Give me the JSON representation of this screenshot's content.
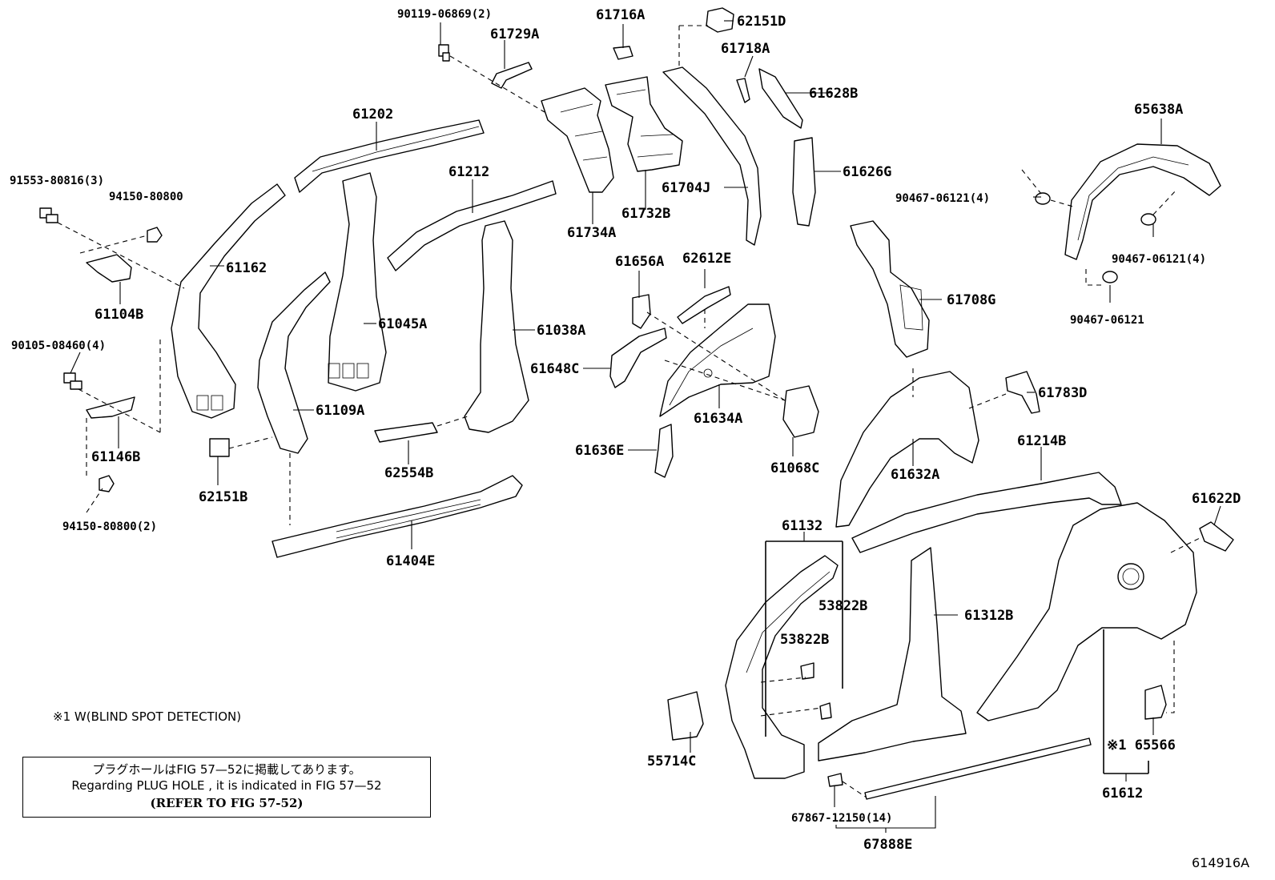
{
  "labels": [
    {
      "id": "90119-06869",
      "text": "90119-06869(2)"
    },
    {
      "id": "61729A",
      "text": "61729A"
    },
    {
      "id": "61716A",
      "text": "61716A"
    },
    {
      "id": "62151D",
      "text": "62151D"
    },
    {
      "id": "61718A",
      "text": "61718A"
    },
    {
      "id": "61628B",
      "text": "61628B"
    },
    {
      "id": "61626G",
      "text": "61626G"
    },
    {
      "id": "65638A",
      "text": "65638A"
    },
    {
      "id": "90467-06121-4a",
      "text": "90467-06121(4)"
    },
    {
      "id": "90467-06121-4b",
      "text": "90467-06121(4)"
    },
    {
      "id": "90467-06121",
      "text": "90467-06121"
    },
    {
      "id": "61202",
      "text": "61202"
    },
    {
      "id": "61212",
      "text": "61212"
    },
    {
      "id": "91553-80816",
      "text": "91553-80816(3)"
    },
    {
      "id": "94150-80800",
      "text": "94150-80800"
    },
    {
      "id": "61162",
      "text": "61162"
    },
    {
      "id": "61104B",
      "text": "61104B"
    },
    {
      "id": "61734A",
      "text": "61734A"
    },
    {
      "id": "61732B",
      "text": "61732B"
    },
    {
      "id": "61704J",
      "text": "61704J"
    },
    {
      "id": "61656A",
      "text": "61656A"
    },
    {
      "id": "62612E",
      "text": "62612E"
    },
    {
      "id": "61708G",
      "text": "61708G"
    },
    {
      "id": "61045A",
      "text": "61045A"
    },
    {
      "id": "61038A",
      "text": "61038A"
    },
    {
      "id": "90105-08460",
      "text": "90105-08460(4)"
    },
    {
      "id": "61648C",
      "text": "61648C"
    },
    {
      "id": "61109A",
      "text": "61109A"
    },
    {
      "id": "61634A",
      "text": "61634A"
    },
    {
      "id": "61783D",
      "text": "61783D"
    },
    {
      "id": "61146B",
      "text": "61146B"
    },
    {
      "id": "62554B",
      "text": "62554B"
    },
    {
      "id": "61636E",
      "text": "61636E"
    },
    {
      "id": "61068C",
      "text": "61068C"
    },
    {
      "id": "61214B",
      "text": "61214B"
    },
    {
      "id": "62151B",
      "text": "62151B"
    },
    {
      "id": "61632A",
      "text": "61632A"
    },
    {
      "id": "94150-80800-2",
      "text": "94150-80800(2)"
    },
    {
      "id": "61622D",
      "text": "61622D"
    },
    {
      "id": "61132",
      "text": "61132"
    },
    {
      "id": "61404E",
      "text": "61404E"
    },
    {
      "id": "53822B-a",
      "text": "53822B"
    },
    {
      "id": "61312B",
      "text": "61312B"
    },
    {
      "id": "53822B-b",
      "text": "53822B"
    },
    {
      "id": "55714C",
      "text": "55714C"
    },
    {
      "id": "65566",
      "text": "※1 65566"
    },
    {
      "id": "61612",
      "text": "61612"
    },
    {
      "id": "67867-12150",
      "text": "67867-12150(14)"
    },
    {
      "id": "67888E",
      "text": "67888E"
    }
  ],
  "footnote": "※1 W(BLIND SPOT DETECTION)",
  "note_box": {
    "line1": "プラグホールはFIG 57—52に掲載してあります。",
    "line2": "Regarding  PLUG  HOLE , it is indicated in  FIG  57—52",
    "line3": "(REFER TO FIG 57-52)"
  },
  "figure_code": "614916A"
}
